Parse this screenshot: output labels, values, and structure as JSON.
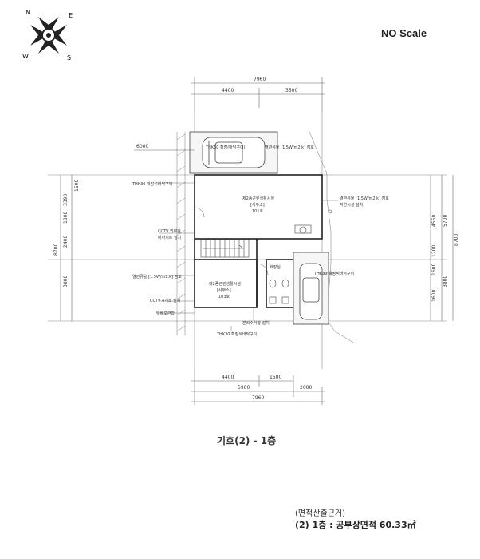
{
  "compass": {
    "n": "N",
    "e": "E",
    "s": "S",
    "w": "W"
  },
  "scale_note": "NO Scale",
  "caption": "기호(2) - 1층",
  "area_note": {
    "title": "(면적산출근거)",
    "line": "(2) 1층 : 공부상면적 60.33㎡"
  },
  "dimensions": {
    "top_total": "7960",
    "top_left": "4400",
    "top_right": "3500",
    "bottom_inner_left": "4400",
    "bottom_inner_right": "1500",
    "bottom_mid_left": "5900",
    "bottom_mid_right": "2000",
    "bottom_total": "7960",
    "left_6000": "6000",
    "left_3390": "3390",
    "left_1800": "1800",
    "left_2400": "2400",
    "left_3800": "3800",
    "left_8700": "8700",
    "left_1500": "1500",
    "right_4550": "4550",
    "right_5700": "5700",
    "right_1200": "1200",
    "right_1600": "1600",
    "right_3800": "3800",
    "right_1600b": "1600",
    "right_8700": "8700"
  },
  "labels": {
    "top_parking": "THK30 확장(바닥구이)",
    "top_roof": "열관류율 [1.5W/m2.k] 점호",
    "left_window": "THK30 확장석바닥구이",
    "room_101_name": "제2종근린생활시설",
    "room_101_use": "[사무소]",
    "room_101_no": "101호",
    "right_window": "열관류율 [1.5W/m2.k] 점호",
    "right_device": "자연시설 설치",
    "cctv_top": "CCTV 외부관",
    "cctv_top_sub": "미아시트 설치",
    "left_lower": "열관류율 [1.5W/m2.k] 점호",
    "room_toilet": "화장실",
    "right_lower": "THK30 확장석바닥구이",
    "room_103_name": "제2종근린생활시설",
    "room_103_use": "[사무소]",
    "room_103_no": "103호",
    "cctv_bottom": "CCTV 4개소 설치",
    "mail_box": "택배보관함",
    "floor_note": "분리수거함 설치",
    "bottom_note": "THK30 확장석바닥구이"
  }
}
